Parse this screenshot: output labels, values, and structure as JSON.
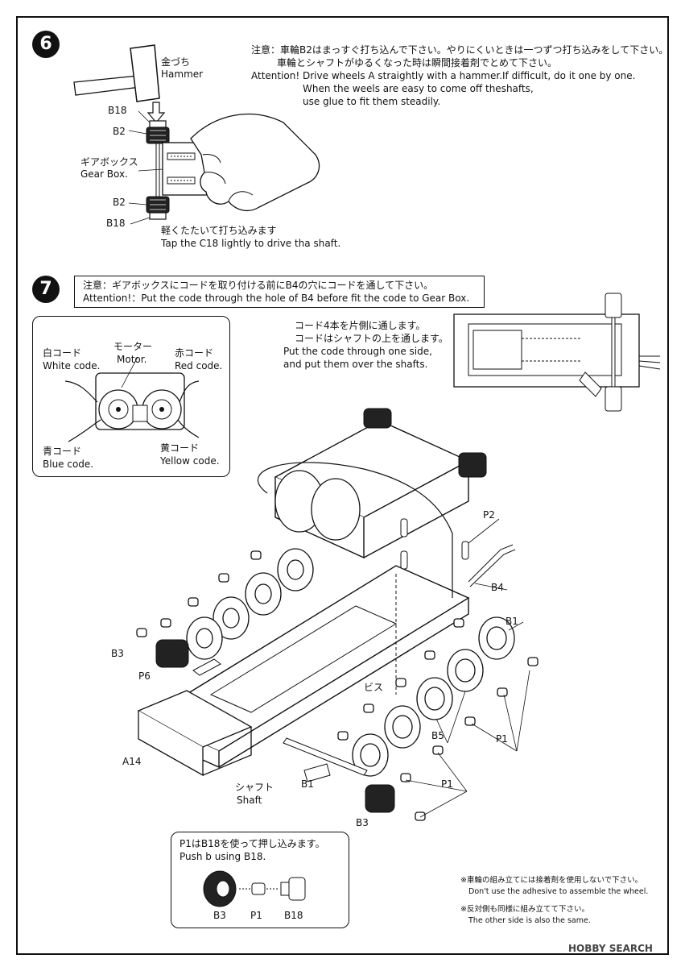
{
  "step6": {
    "number": "6",
    "note_ja_1": "注意：車輪B2はまっすぐ打ち込んで下さい。やりにくいときは一つずつ打ち込みをして下さい。",
    "note_ja_2": "車輪とシャフトがゆるくなった時は瞬間接着剤でとめて下さい。",
    "note_en_1": "Attention!  Drive wheels A straightly with a hammer.If difficult, do it one by one.",
    "note_en_2": "When the weels are easy to come off theshafts,",
    "note_en_3": "use glue to fit them steadily.",
    "hammer_ja": "金づち",
    "hammer_en": "Hammer",
    "gearbox_ja": "ギアボックス",
    "gearbox_en": "Gear Box.",
    "label_b18_top": "B18",
    "label_b2_top": "B2",
    "label_b2_bottom": "B2",
    "label_b18_bottom": "B18",
    "caption_ja": "軽くたたいて打ち込みます",
    "caption_en": "Tap the C18 lightly to drive tha shaft."
  },
  "step7": {
    "number": "7",
    "attention_ja": "注意：ギアボックスにコードを取り付ける前にB4の穴にコードを通して下さい。",
    "attention_en": "Attention!：Put the code through the hole of B4 before fit the code to Gear Box.",
    "codes": {
      "white_ja": "白コード",
      "white_en": "White code.",
      "motor_ja": "モーター",
      "motor_en": "Motor.",
      "red_ja": "赤コード",
      "red_en": "Red code.",
      "blue_ja": "青コード",
      "blue_en": "Blue code.",
      "yellow_ja": "黄コード",
      "yellow_en": "Yellow code."
    },
    "code_note_ja_1": "コード4本を片側に通します。",
    "code_note_ja_2": "コードはシャフトの上を通します。",
    "code_note_en_1": "Put the code through one side,",
    "code_note_en_2": "and put them over the shafts.",
    "parts": {
      "p2": "P2",
      "b4": "B4",
      "b1_right": "B1",
      "b3_left": "B3",
      "p6": "P6",
      "bis": "ビス",
      "b5": "B5",
      "p1_right": "P1",
      "a14": "A14",
      "shaft_ja": "シャフト",
      "shaft_en": "Shaft",
      "b1_bottom": "B1",
      "p1_bottom": "P1",
      "b3_bottom": "B3"
    },
    "push_box": {
      "line_ja": "P1はB18を使って押し込みます。",
      "line_en": "Push b using B18.",
      "b3": "B3",
      "p1": "P1",
      "b18": "B18"
    },
    "footnote_1_ja": "※車輪の組み立てには接着剤を使用しないで下さい。",
    "footnote_1_en": "Don't use the adhesive to assemble the wheel.",
    "footnote_2_ja": "※反対側も同様に組み立てて下さい。",
    "footnote_2_en": "The other side is also the same."
  },
  "watermark": "HOBBY SEARCH"
}
